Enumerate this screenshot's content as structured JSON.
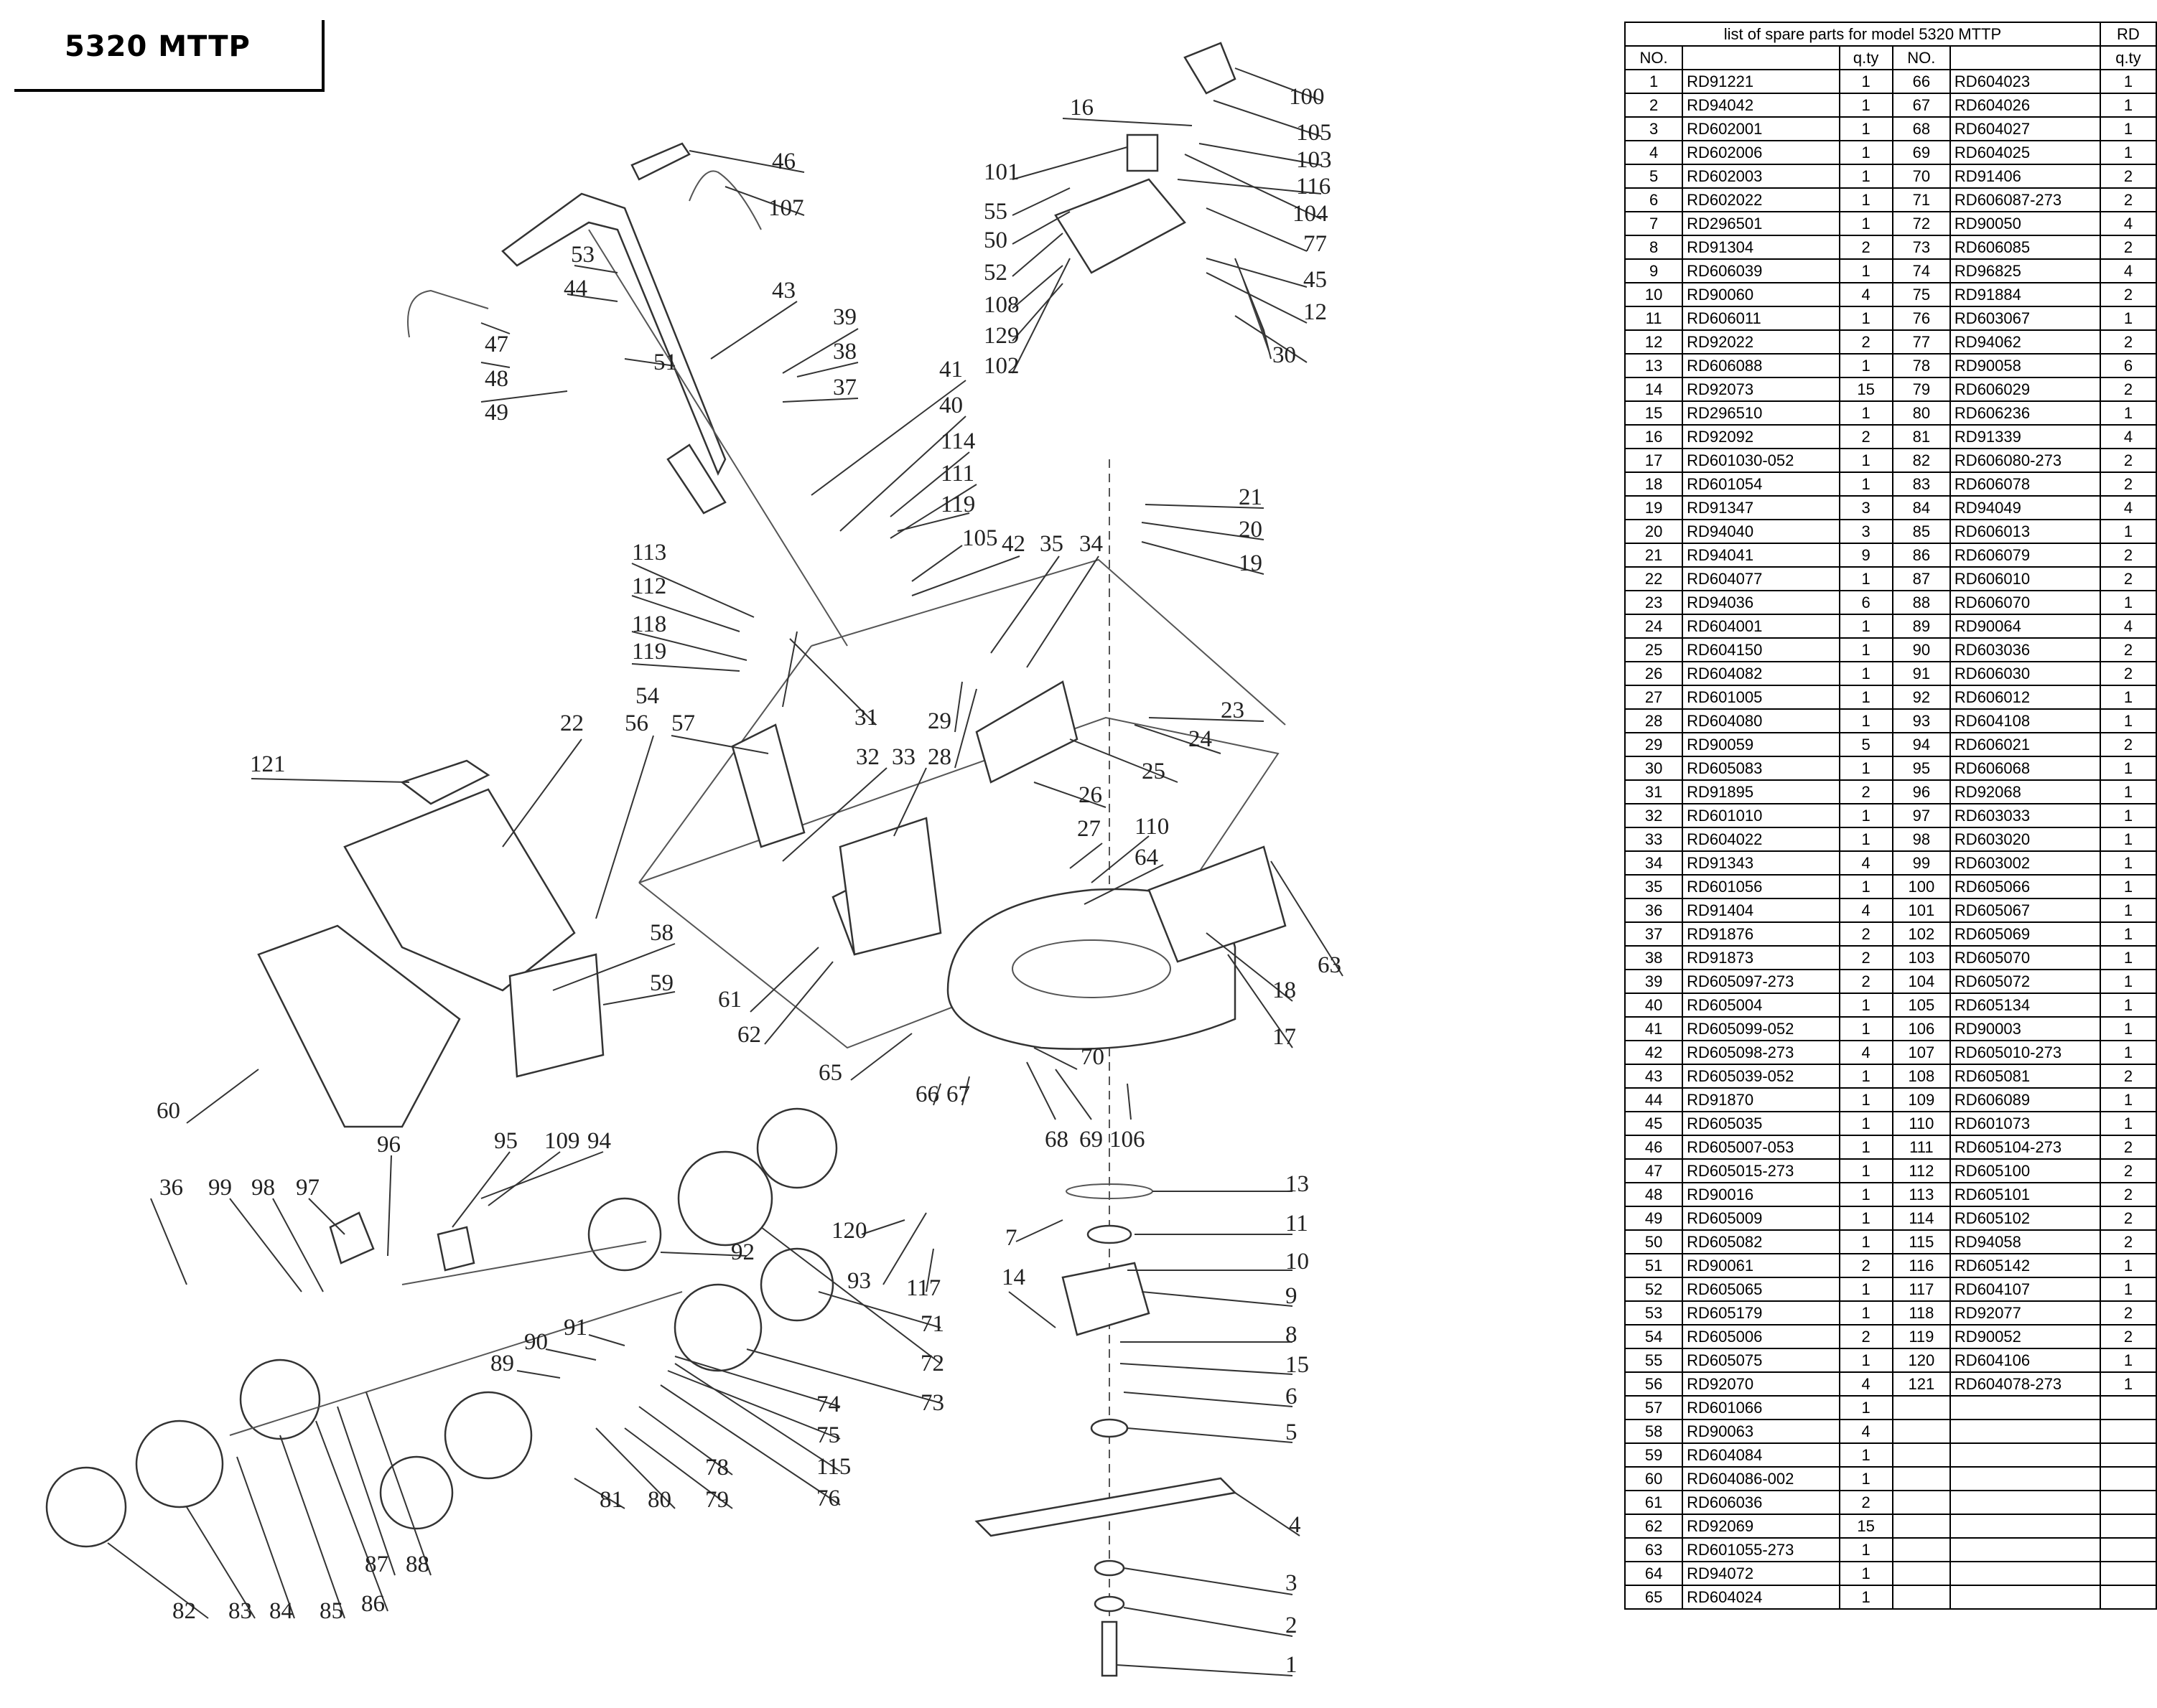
{
  "model_label": "5320 MTTP",
  "table": {
    "title": "list of spare parts for model 5320 MTTP",
    "brand": "RD",
    "headers": [
      "NO.",
      "",
      "q.ty",
      "NO.",
      "",
      "q.ty"
    ],
    "rows": [
      [
        "1",
        "RD91221",
        "1",
        "66",
        "RD604023",
        "1"
      ],
      [
        "2",
        "RD94042",
        "1",
        "67",
        "RD604026",
        "1"
      ],
      [
        "3",
        "RD602001",
        "1",
        "68",
        "RD604027",
        "1"
      ],
      [
        "4",
        "RD602006",
        "1",
        "69",
        "RD604025",
        "1"
      ],
      [
        "5",
        "RD602003",
        "1",
        "70",
        "RD91406",
        "2"
      ],
      [
        "6",
        "RD602022",
        "1",
        "71",
        "RD606087-273",
        "2"
      ],
      [
        "7",
        "RD296501",
        "1",
        "72",
        "RD90050",
        "4"
      ],
      [
        "8",
        "RD91304",
        "2",
        "73",
        "RD606085",
        "2"
      ],
      [
        "9",
        "RD606039",
        "1",
        "74",
        "RD96825",
        "4"
      ],
      [
        "10",
        "RD90060",
        "4",
        "75",
        "RD91884",
        "2"
      ],
      [
        "11",
        "RD606011",
        "1",
        "76",
        "RD603067",
        "1"
      ],
      [
        "12",
        "RD92022",
        "2",
        "77",
        "RD94062",
        "2"
      ],
      [
        "13",
        "RD606088",
        "1",
        "78",
        "RD90058",
        "6"
      ],
      [
        "14",
        "RD92073",
        "15",
        "79",
        "RD606029",
        "2"
      ],
      [
        "15",
        "RD296510",
        "1",
        "80",
        "RD606236",
        "1"
      ],
      [
        "16",
        "RD92092",
        "2",
        "81",
        "RD91339",
        "4"
      ],
      [
        "17",
        "RD601030-052",
        "1",
        "82",
        "RD606080-273",
        "2"
      ],
      [
        "18",
        "RD601054",
        "1",
        "83",
        "RD606078",
        "2"
      ],
      [
        "19",
        "RD91347",
        "3",
        "84",
        "RD94049",
        "4"
      ],
      [
        "20",
        "RD94040",
        "3",
        "85",
        "RD606013",
        "1"
      ],
      [
        "21",
        "RD94041",
        "9",
        "86",
        "RD606079",
        "2"
      ],
      [
        "22",
        "RD604077",
        "1",
        "87",
        "RD606010",
        "2"
      ],
      [
        "23",
        "RD94036",
        "6",
        "88",
        "RD606070",
        "1"
      ],
      [
        "24",
        "RD604001",
        "1",
        "89",
        "RD90064",
        "4"
      ],
      [
        "25",
        "RD604150",
        "1",
        "90",
        "RD603036",
        "2"
      ],
      [
        "26",
        "RD604082",
        "1",
        "91",
        "RD606030",
        "2"
      ],
      [
        "27",
        "RD601005",
        "1",
        "92",
        "RD606012",
        "1"
      ],
      [
        "28",
        "RD604080",
        "1",
        "93",
        "RD604108",
        "1"
      ],
      [
        "29",
        "RD90059",
        "5",
        "94",
        "RD606021",
        "2"
      ],
      [
        "30",
        "RD605083",
        "1",
        "95",
        "RD606068",
        "1"
      ],
      [
        "31",
        "RD91895",
        "2",
        "96",
        "RD92068",
        "1"
      ],
      [
        "32",
        "RD601010",
        "1",
        "97",
        "RD603033",
        "1"
      ],
      [
        "33",
        "RD604022",
        "1",
        "98",
        "RD603020",
        "1"
      ],
      [
        "34",
        "RD91343",
        "4",
        "99",
        "RD603002",
        "1"
      ],
      [
        "35",
        "RD601056",
        "1",
        "100",
        "RD605066",
        "1"
      ],
      [
        "36",
        "RD91404",
        "4",
        "101",
        "RD605067",
        "1"
      ],
      [
        "37",
        "RD91876",
        "2",
        "102",
        "RD605069",
        "1"
      ],
      [
        "38",
        "RD91873",
        "2",
        "103",
        "RD605070",
        "1"
      ],
      [
        "39",
        "RD605097-273",
        "2",
        "104",
        "RD605072",
        "1"
      ],
      [
        "40",
        "RD605004",
        "1",
        "105",
        "RD605134",
        "1"
      ],
      [
        "41",
        "RD605099-052",
        "1",
        "106",
        "RD90003",
        "1"
      ],
      [
        "42",
        "RD605098-273",
        "4",
        "107",
        "RD605010-273",
        "1"
      ],
      [
        "43",
        "RD605039-052",
        "1",
        "108",
        "RD605081",
        "2"
      ],
      [
        "44",
        "RD91870",
        "1",
        "109",
        "RD606089",
        "1"
      ],
      [
        "45",
        "RD605035",
        "1",
        "110",
        "RD601073",
        "1"
      ],
      [
        "46",
        "RD605007-053",
        "1",
        "111",
        "RD605104-273",
        "2"
      ],
      [
        "47",
        "RD605015-273",
        "1",
        "112",
        "RD605100",
        "2"
      ],
      [
        "48",
        "RD90016",
        "1",
        "113",
        "RD605101",
        "2"
      ],
      [
        "49",
        "RD605009",
        "1",
        "114",
        "RD605102",
        "2"
      ],
      [
        "50",
        "RD605082",
        "1",
        "115",
        "RD94058",
        "2"
      ],
      [
        "51",
        "RD90061",
        "2",
        "116",
        "RD605142",
        "1"
      ],
      [
        "52",
        "RD605065",
        "1",
        "117",
        "RD604107",
        "1"
      ],
      [
        "53",
        "RD605179",
        "1",
        "118",
        "RD92077",
        "2"
      ],
      [
        "54",
        "RD605006",
        "2",
        "119",
        "RD90052",
        "2"
      ],
      [
        "55",
        "RD605075",
        "1",
        "120",
        "RD604106",
        "1"
      ],
      [
        "56",
        "RD92070",
        "4",
        "121",
        "RD604078-273",
        "1"
      ],
      [
        "57",
        "RD601066",
        "1",
        "",
        "",
        ""
      ],
      [
        "58",
        "RD90063",
        "4",
        "",
        "",
        ""
      ],
      [
        "59",
        "RD604084",
        "1",
        "",
        "",
        ""
      ],
      [
        "60",
        "RD604086-002",
        "1",
        "",
        "",
        ""
      ],
      [
        "61",
        "RD606036",
        "2",
        "",
        "",
        ""
      ],
      [
        "62",
        "RD92069",
        "15",
        "",
        "",
        ""
      ],
      [
        "63",
        "RD601055-273",
        "1",
        "",
        "",
        ""
      ],
      [
        "64",
        "RD94072",
        "1",
        "",
        "",
        ""
      ],
      [
        "65",
        "RD604024",
        "1",
        "",
        "",
        ""
      ]
    ]
  },
  "callouts": [
    {
      "id": "c1",
      "text": "1"
    },
    {
      "id": "c2",
      "text": "2"
    },
    {
      "id": "c3",
      "text": "3"
    },
    {
      "id": "c4",
      "text": "4"
    },
    {
      "id": "c5",
      "text": "5"
    },
    {
      "id": "c6",
      "text": "6"
    },
    {
      "id": "c7",
      "text": "7"
    },
    {
      "id": "c8",
      "text": "8"
    },
    {
      "id": "c9",
      "text": "9"
    },
    {
      "id": "c10",
      "text": "10"
    },
    {
      "id": "c11",
      "text": "11"
    },
    {
      "id": "c12",
      "text": "12"
    },
    {
      "id": "c13",
      "text": "13"
    },
    {
      "id": "c14",
      "text": "14"
    },
    {
      "id": "c15",
      "text": "15"
    },
    {
      "id": "c16",
      "text": "16"
    },
    {
      "id": "c17",
      "text": "17"
    },
    {
      "id": "c18",
      "text": "18"
    },
    {
      "id": "c19",
      "text": "19"
    },
    {
      "id": "c20",
      "text": "20"
    },
    {
      "id": "c21",
      "text": "21"
    },
    {
      "id": "c22",
      "text": "22"
    },
    {
      "id": "c23",
      "text": "23"
    },
    {
      "id": "c24",
      "text": "24"
    },
    {
      "id": "c25",
      "text": "25"
    },
    {
      "id": "c26",
      "text": "26"
    },
    {
      "id": "c27",
      "text": "27"
    },
    {
      "id": "c28",
      "text": "28"
    },
    {
      "id": "c29",
      "text": "29"
    },
    {
      "id": "c30",
      "text": "30"
    },
    {
      "id": "c31",
      "text": "31"
    },
    {
      "id": "c32",
      "text": "32"
    },
    {
      "id": "c33",
      "text": "33"
    },
    {
      "id": "c34",
      "text": "34"
    },
    {
      "id": "c35",
      "text": "35"
    },
    {
      "id": "c36",
      "text": "36"
    },
    {
      "id": "c37",
      "text": "37"
    },
    {
      "id": "c38",
      "text": "38"
    },
    {
      "id": "c39",
      "text": "39"
    },
    {
      "id": "c40",
      "text": "40"
    },
    {
      "id": "c41",
      "text": "41"
    },
    {
      "id": "c42",
      "text": "42"
    },
    {
      "id": "c43",
      "text": "43"
    },
    {
      "id": "c44",
      "text": "44"
    },
    {
      "id": "c45",
      "text": "45"
    },
    {
      "id": "c46",
      "text": "46"
    },
    {
      "id": "c47",
      "text": "47"
    },
    {
      "id": "c48",
      "text": "48"
    },
    {
      "id": "c49",
      "text": "49"
    },
    {
      "id": "c50",
      "text": "50"
    },
    {
      "id": "c51",
      "text": "51"
    },
    {
      "id": "c52",
      "text": "52"
    },
    {
      "id": "c53",
      "text": "53"
    },
    {
      "id": "c54",
      "text": "54"
    },
    {
      "id": "c55",
      "text": "55"
    },
    {
      "id": "c56",
      "text": "56"
    },
    {
      "id": "c57",
      "text": "57"
    },
    {
      "id": "c58",
      "text": "58"
    },
    {
      "id": "c59",
      "text": "59"
    },
    {
      "id": "c60",
      "text": "60"
    },
    {
      "id": "c61",
      "text": "61"
    },
    {
      "id": "c62",
      "text": "62"
    },
    {
      "id": "c63",
      "text": "63"
    },
    {
      "id": "c64",
      "text": "64"
    },
    {
      "id": "c65",
      "text": "65"
    },
    {
      "id": "c66",
      "text": "66"
    },
    {
      "id": "c67",
      "text": "67"
    },
    {
      "id": "c68",
      "text": "68"
    },
    {
      "id": "c69",
      "text": "69"
    },
    {
      "id": "c70",
      "text": "70"
    },
    {
      "id": "c71",
      "text": "71"
    },
    {
      "id": "c72",
      "text": "72"
    },
    {
      "id": "c73",
      "text": "73"
    },
    {
      "id": "c74",
      "text": "74"
    },
    {
      "id": "c75",
      "text": "75"
    },
    {
      "id": "c76",
      "text": "76"
    },
    {
      "id": "c77",
      "text": "77"
    },
    {
      "id": "c78",
      "text": "78"
    },
    {
      "id": "c79",
      "text": "79"
    },
    {
      "id": "c80",
      "text": "80"
    },
    {
      "id": "c81",
      "text": "81"
    },
    {
      "id": "c82",
      "text": "82"
    },
    {
      "id": "c83",
      "text": "83"
    },
    {
      "id": "c84",
      "text": "84"
    },
    {
      "id": "c85",
      "text": "85"
    },
    {
      "id": "c86",
      "text": "86"
    },
    {
      "id": "c87",
      "text": "87"
    },
    {
      "id": "c88",
      "text": "88"
    },
    {
      "id": "c89",
      "text": "89"
    },
    {
      "id": "c90",
      "text": "90"
    },
    {
      "id": "c91",
      "text": "91"
    },
    {
      "id": "c92",
      "text": "92"
    },
    {
      "id": "c93",
      "text": "93"
    },
    {
      "id": "c94",
      "text": "94"
    },
    {
      "id": "c95",
      "text": "95"
    },
    {
      "id": "c96",
      "text": "96"
    },
    {
      "id": "c97",
      "text": "97"
    },
    {
      "id": "c98",
      "text": "98"
    },
    {
      "id": "c99",
      "text": "99"
    },
    {
      "id": "c100",
      "text": "100"
    },
    {
      "id": "c101",
      "text": "101"
    },
    {
      "id": "c102",
      "text": "102"
    },
    {
      "id": "c103",
      "text": "103"
    },
    {
      "id": "c104",
      "text": "104"
    },
    {
      "id": "c105a",
      "text": "105"
    },
    {
      "id": "c105b",
      "text": "105"
    },
    {
      "id": "c106",
      "text": "106"
    },
    {
      "id": "c107",
      "text": "107"
    },
    {
      "id": "c108",
      "text": "108"
    },
    {
      "id": "c109",
      "text": "109"
    },
    {
      "id": "c110",
      "text": "110"
    },
    {
      "id": "c111",
      "text": "111"
    },
    {
      "id": "c112",
      "text": "112"
    },
    {
      "id": "c113",
      "text": "113"
    },
    {
      "id": "c114",
      "text": "114"
    },
    {
      "id": "c115",
      "text": "115"
    },
    {
      "id": "c116",
      "text": "116"
    },
    {
      "id": "c117",
      "text": "117"
    },
    {
      "id": "c118",
      "text": "118"
    },
    {
      "id": "c119a",
      "text": "119"
    },
    {
      "id": "c119b",
      "text": "119"
    },
    {
      "id": "c120",
      "text": "120"
    },
    {
      "id": "c121",
      "text": "121"
    },
    {
      "id": "c129",
      "text": "129"
    }
  ]
}
